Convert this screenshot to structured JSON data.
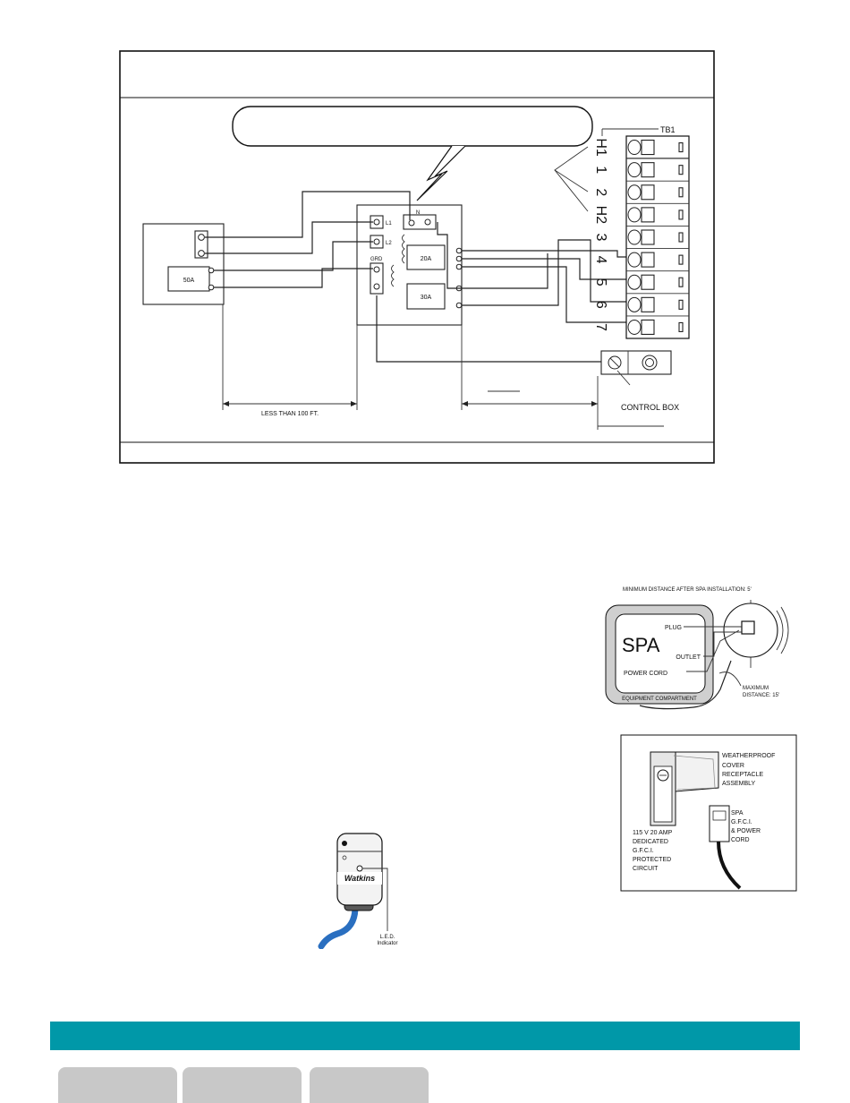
{
  "wiring": {
    "tb1_label": "TB1",
    "terminals": [
      "H1",
      "1",
      "2",
      "H2",
      "3",
      "4",
      "5",
      "6",
      "7"
    ],
    "breaker_main": "50A",
    "breaker_20": "20A",
    "breaker_30": "30A",
    "l1": "L1",
    "l2": "L2",
    "n": "N",
    "grd": "GRD",
    "distance_left": "LESS THAN 100 FT.",
    "control_box": "CONTROL BOX"
  },
  "spa_plug": {
    "min_distance": "MINIMUM DISTANCE AFTER SPA INSTALLATION:  5'",
    "spa": "SPA",
    "plug": "PLUG",
    "outlet": "OUTLET",
    "power_cord": "POWER CORD",
    "compartment": "EQUIPMENT COMPARTMENT",
    "max_distance_1": "MAXIMUM",
    "max_distance_2": "DISTANCE: 15'"
  },
  "receptacle": {
    "weatherproof": [
      "WEATHERPROOF",
      "COVER",
      "RECEPTACLE",
      "ASSEMBLY"
    ],
    "gfci": [
      "SPA",
      "G.F.C.I.",
      "& POWER",
      "CORD"
    ],
    "circuit": [
      "115 V 20 AMP",
      "DEDICATED",
      "G.F.C.I.",
      "PROTECTED",
      "CIRCUIT"
    ]
  },
  "gfci_plug": {
    "brand": "Watkins",
    "led_1": "L.E.D.",
    "led_2": "Indicator"
  },
  "colors": {
    "accent": "#0098a8",
    "tab": "#c8c8c8",
    "cord": "#2a6fc0"
  }
}
